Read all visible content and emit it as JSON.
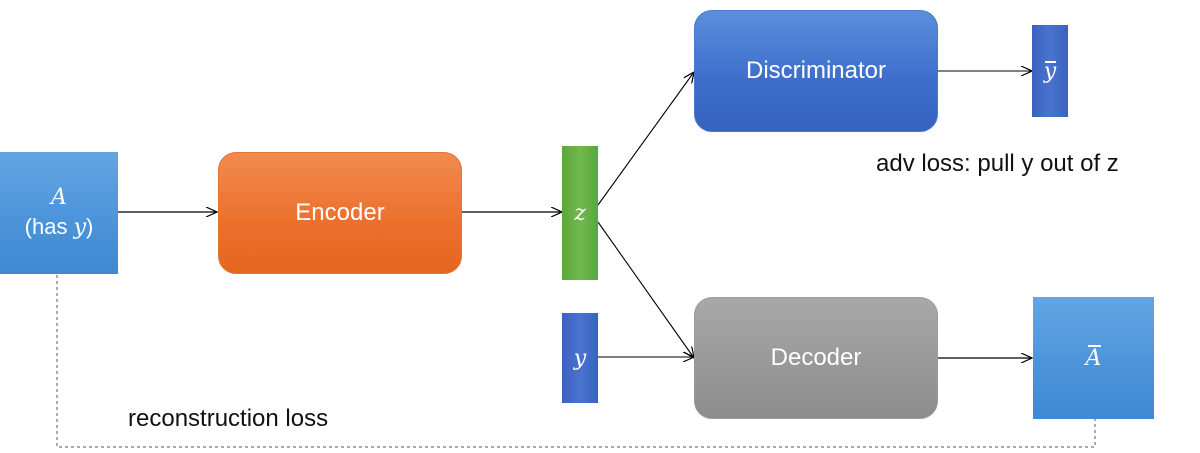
{
  "nodes": {
    "input_a": {
      "symbol": "A",
      "sub_prefix": "(has ",
      "sub_symbol": "y",
      "sub_suffix": ")"
    },
    "encoder": {
      "label": "Encoder"
    },
    "latent_z": {
      "symbol": "z"
    },
    "label_y": {
      "symbol": "y"
    },
    "discriminator": {
      "label": "Discriminator"
    },
    "decoder": {
      "label": "Decoder"
    },
    "y_bar": {
      "symbol": "y"
    },
    "a_bar": {
      "symbol": "A"
    }
  },
  "annotations": {
    "adv_loss": "adv loss: pull y out of z",
    "reconstruction_loss": "reconstruction loss"
  },
  "colors": {
    "input": "#4a93d9",
    "encoder": "#ec6f2b",
    "latent": "#6ab04c",
    "discriminator": "#3f6fcc",
    "decoder": "#979797",
    "output": "#4a93d9"
  }
}
